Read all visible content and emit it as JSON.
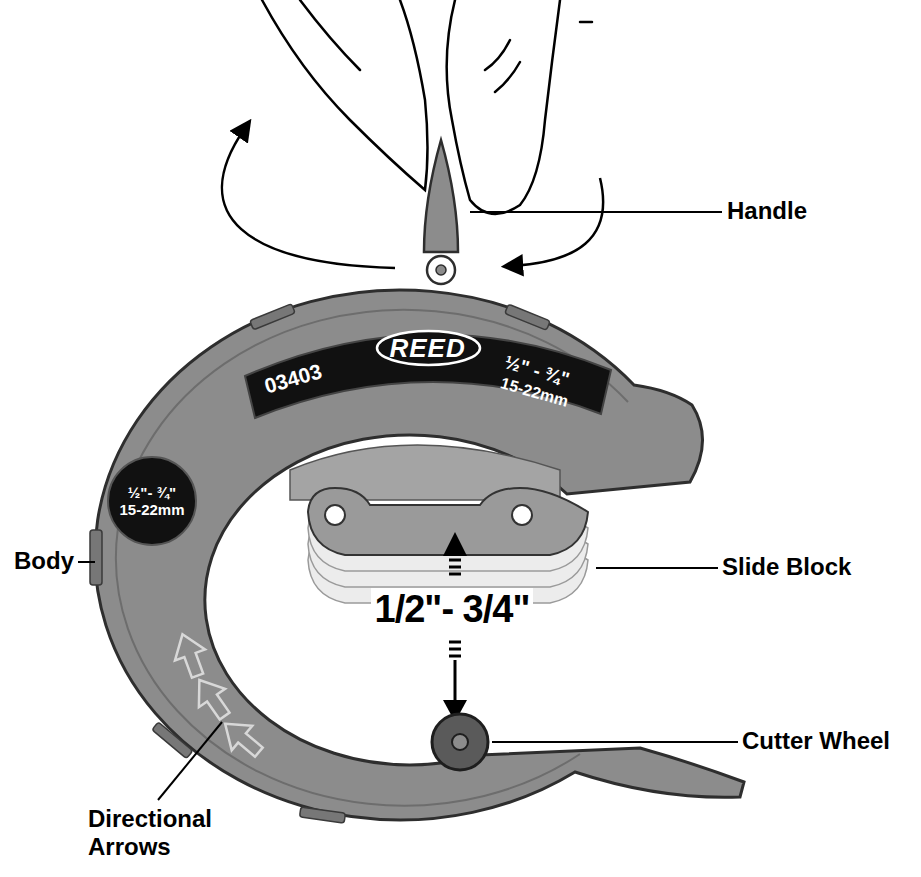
{
  "diagram": {
    "nodes": [
      {
        "text": [
          "03403",
          "½\" - ¾\"",
          "15-22mm"
        ]
      },
      {
        "text": [
          "REED"
        ],
        "in": 0
      },
      {
        "text": [
          "½\"- ¾\"",
          "15-22mm"
        ]
      }
    ],
    "labels": [
      "Handle",
      "Slide Block",
      "Body",
      "Cutter Wheel",
      "Directional Arrows",
      "1/2\"- 3/4\""
    ]
  }
}
